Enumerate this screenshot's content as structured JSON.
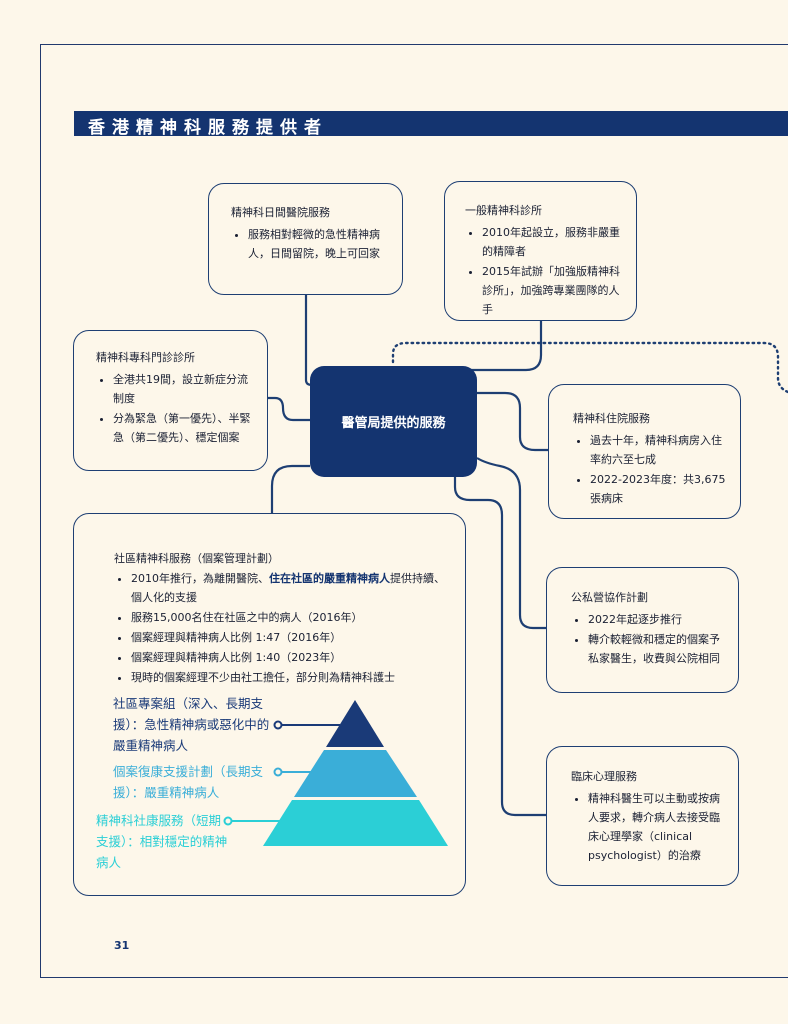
{
  "page_title": "香港精神科服務提供者",
  "center": "醫管局提供的服務",
  "day_hospital": {
    "title": "精神科日間醫院服務",
    "items": [
      "服務相對輕微的急性精神病人，日間留院，晚上可回家"
    ]
  },
  "general_clinic": {
    "title": "一般精神科診所",
    "items": [
      "2010年起設立，服務非嚴重的精障者",
      "2015年試辦「加強版精神科診所」，加強跨專業團隊的人手"
    ]
  },
  "specialist_clinic": {
    "title": "精神科專科門診診所",
    "items": [
      "全港共19間，設立新症分流制度",
      "分為緊急（第一優先）、半緊急（第二優先）、穩定個案"
    ]
  },
  "inpatient": {
    "title": "精神科住院服務",
    "items": [
      "過去十年，精神科病房入住率約六至七成",
      "2022-2023年度：共3,675張病床"
    ]
  },
  "ppp": {
    "title": "公私營協作計劃",
    "items": [
      "2022年起逐步推行",
      "轉介較輕微和穩定的個案予私家醫生，收費與公院相同"
    ]
  },
  "clinical_psych": {
    "title": "臨床心理服務",
    "items": [
      "精神科醫生可以主動或按病人要求，轉介病人去接受臨床心理學家（clinical psychologist）的治療"
    ]
  },
  "community": {
    "title": "社區精神科服務（個案管理計劃）",
    "item1_pre": "2010年推行，為離開醫院、",
    "item1_hl": "住在社區的嚴重精神病人",
    "item1_post": "提供持續、個人化的支援",
    "items": [
      "服務15,000名住在社區之中的病人（2016年）",
      "個案經理與精神病人比例 1:47（2016年）",
      "個案經理與精神病人比例 1:40（2023年）",
      "現時的個案經理不少由社工擔任，部分則為精神科護士"
    ]
  },
  "pyramid": {
    "tiers": [
      {
        "label": "社區專案組（深入、長期支援）：急性精神病或惡化中的嚴重精神病人",
        "color": "#1a3a78"
      },
      {
        "label": "個案復康支援計劃（長期支援）：嚴重精神病人",
        "color": "#3aaed8"
      },
      {
        "label": "精神科社康服務（短期支援）：相對穩定的精神病人",
        "color": "#2bcfd6"
      }
    ]
  },
  "page_number": "31",
  "colors": {
    "navy": "#143470",
    "background": "#fdf7ea"
  }
}
